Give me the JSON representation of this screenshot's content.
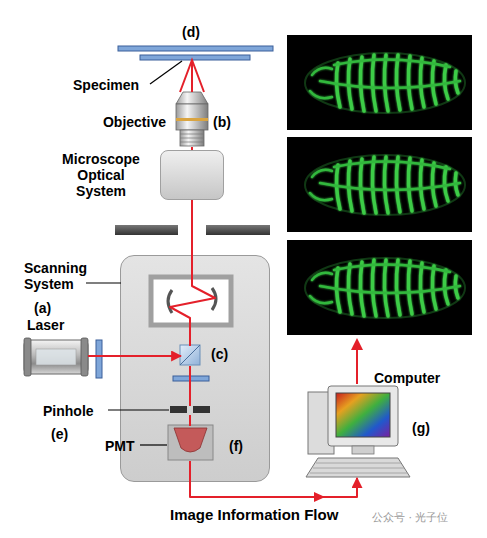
{
  "diagram": {
    "nodes": [
      {
        "text": [
          "(d)",
          "Specimen"
        ]
      },
      {
        "text": [
          "Objective",
          "(b)"
        ]
      },
      {
        "text": [
          "Microscope Optical System"
        ]
      },
      {
        "text": [
          "Scanning System"
        ]
      },
      {
        "text": [
          "(a)",
          "Laser"
        ]
      },
      {
        "text": [
          "(c)"
        ],
        "in": 3
      },
      {
        "text": [
          "Pinhole",
          "(e)"
        ],
        "in": 3
      },
      {
        "text": [
          "PMT",
          "(f)"
        ],
        "in": 3
      },
      {
        "text": [
          "Computer",
          "(g)"
        ]
      }
    ],
    "edges": [
      {
        "from": 4,
        "to": 5,
        "arrow": "to"
      },
      {
        "from": 2,
        "to": 5,
        "arrow": "none"
      },
      {
        "from": 1,
        "to": 2,
        "arrow": "none"
      },
      {
        "from": 1,
        "to": 0,
        "arrow": "none"
      },
      {
        "from": 5,
        "to": 6,
        "arrow": "none"
      },
      {
        "from": 6,
        "to": 7,
        "arrow": "none"
      },
      {
        "from": 7,
        "to": 8,
        "label": "Image Information Flow",
        "arrow": "to"
      }
    ],
    "labels": [
      "公众号 · 光子位"
    ]
  }
}
